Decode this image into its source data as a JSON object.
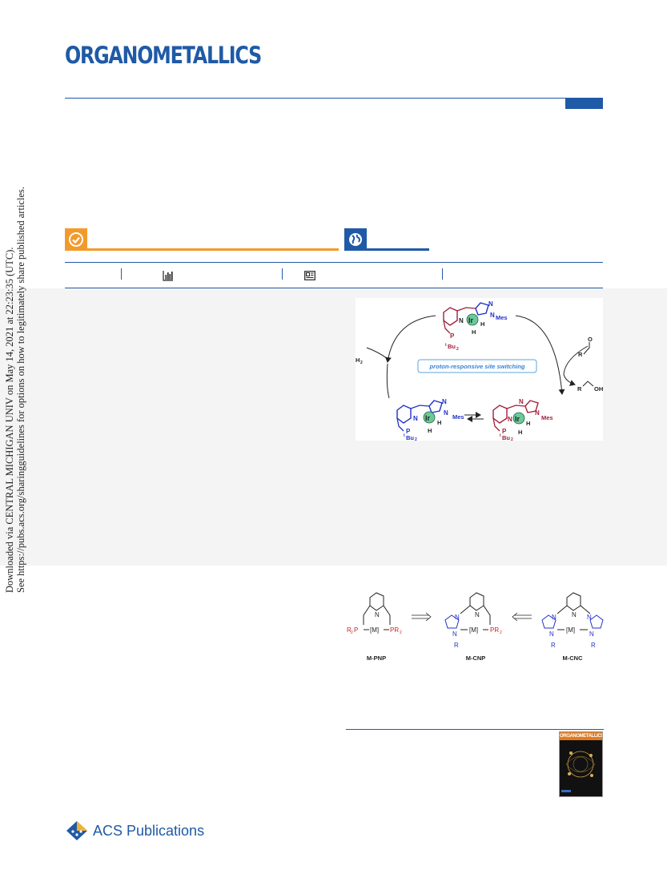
{
  "journal": {
    "name": "ORGANOMETALLICS"
  },
  "sidebar_notice": {
    "line1": "Downloaded via CENTRAL MICHIGAN UNIV on May 14, 2021 at 22:23:35 (UTC).",
    "line2": "See https://pubs.acs.org/sharingguidelines for options on how to legitimately share published articles."
  },
  "badges": {
    "check_icon": "check-circle-icon",
    "open_access_icon": "globe-icon",
    "accent": "#f39a2b",
    "brand": "#1f5aa6"
  },
  "toc_graphic": {
    "banner": "proton-responsive site switching",
    "h2": "H",
    "h2_sub": "2",
    "mes": "Mes",
    "ir": "Ir",
    "h": "H",
    "n": "N",
    "p": "P",
    "tbu": "Bu",
    "tbu_sup": "t",
    "tbu_sub": "2",
    "aldehyde_r": "R",
    "aldehyde_o": "O",
    "alcohol": "R",
    "alcohol_oh": "OH"
  },
  "scheme": {
    "labels": [
      "M-PNP",
      "M-CNP",
      "M-CNC"
    ],
    "m": "[M]",
    "r2p": "R",
    "pr2": "PR",
    "sub2": "2",
    "r": "R",
    "n": "N",
    "p_tag": "P"
  },
  "cover": {
    "title": "ORGANOMETALLICS"
  },
  "publisher": {
    "name": "ACS Publications"
  }
}
